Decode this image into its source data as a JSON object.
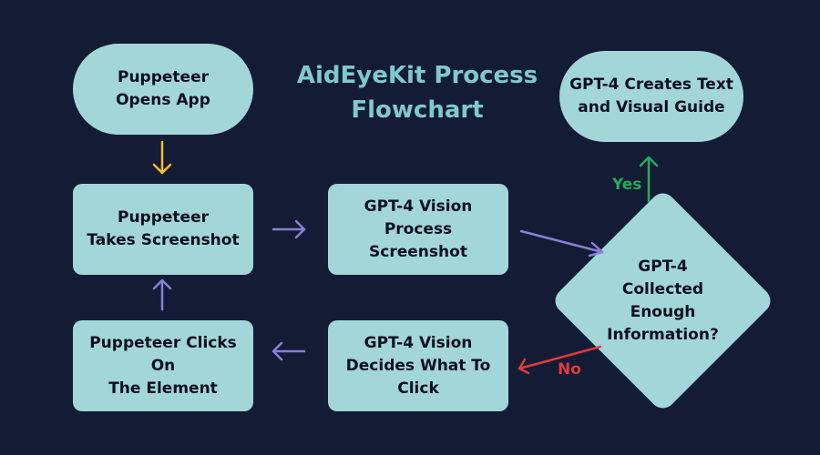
{
  "diagram": {
    "title": "AidEyeKit Process\nFlowchart",
    "nodes": {
      "opens_app": "Puppeteer\nOpens App",
      "takes_screenshot": "Puppeteer\nTakes Screenshot",
      "vision_process": "GPT-4 Vision\nProcess Screenshot",
      "creates_guide": "GPT-4 Creates Text\nand Visual Guide",
      "decision": "GPT-4\nCollected\nEnough\nInformation?",
      "decides_click": "GPT-4 Vision\nDecides What To\nClick",
      "clicks_element": "Puppeteer Clicks On\nThe Element"
    },
    "edge_labels": {
      "yes": "Yes",
      "no": "No"
    }
  },
  "colors": {
    "background": "#141b35",
    "node_fill": "#a2d6d8",
    "title": "#7fc8cf",
    "arrow_default": "#8a7fd6",
    "arrow_start": "#f0c028",
    "arrow_yes": "#1fae5b",
    "arrow_no": "#e03a3a"
  }
}
